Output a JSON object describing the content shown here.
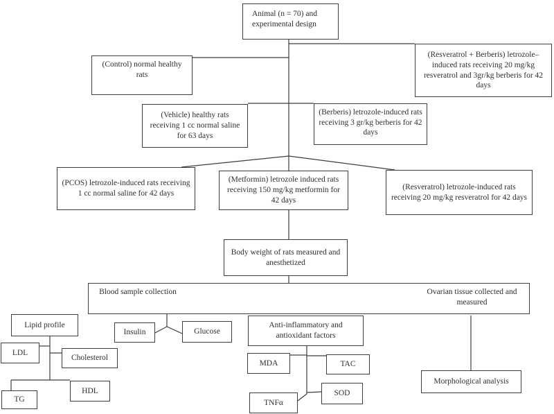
{
  "colors": {
    "background": "#ffffff",
    "box_fill": "#ffffff",
    "line": "#3d3d3d",
    "text": "#2f2f2f"
  },
  "nodes": {
    "animal": {
      "label": "Animal (n = 70) and experimental design"
    },
    "control": {
      "label": "(Control) normal healthy rats"
    },
    "resveratrol_berberis": {
      "label": "(Resveratrol + Berberis) letrozole–induced rats receiving 20 mg/kg resveratrol and 3gr/kg berberis for 42 days"
    },
    "vehicle": {
      "label": "(Vehicle) healthy rats receiving 1 cc normal saline for 63 days"
    },
    "berberis": {
      "label": "(Berberis) letrozole-induced rats receiving 3 gr/kg berberis for 42 days"
    },
    "pcos": {
      "label": "(PCOS) letrozole-induced rats receiving 1 cc normal saline for 42 days"
    },
    "metformin": {
      "label": "(Metformin) letrozole induced rats receiving 150 mg/kg metformin for 42 days"
    },
    "resveratrol": {
      "label": "(Resveratrol) letrozole-induced rats receiving 20 mg/kg resveratrol for 42 days"
    },
    "body_weight": {
      "label": "Body weight of rats measured and anesthetized"
    },
    "blood_sample": {
      "label": "Blood sample collection"
    },
    "ovarian_tissue": {
      "label": "Ovarian tissue collected and measured"
    },
    "lipid_profile": {
      "label": "Lipid profile"
    },
    "insulin": {
      "label": "Insulin"
    },
    "glucose": {
      "label": "Glucose"
    },
    "anti_inflammatory": {
      "label": "Anti-inflammatory and antioxidant factors"
    },
    "ldl": {
      "label": "LDL"
    },
    "cholesterol": {
      "label": "Cholesterol"
    },
    "tg": {
      "label": "TG"
    },
    "hdl": {
      "label": "HDL"
    },
    "mda": {
      "label": "MDA"
    },
    "tac": {
      "label": "TAC"
    },
    "tnf_alpha": {
      "label": "TNFα"
    },
    "sod": {
      "label": "SOD"
    },
    "morphological": {
      "label": "Morphological analysis"
    }
  }
}
